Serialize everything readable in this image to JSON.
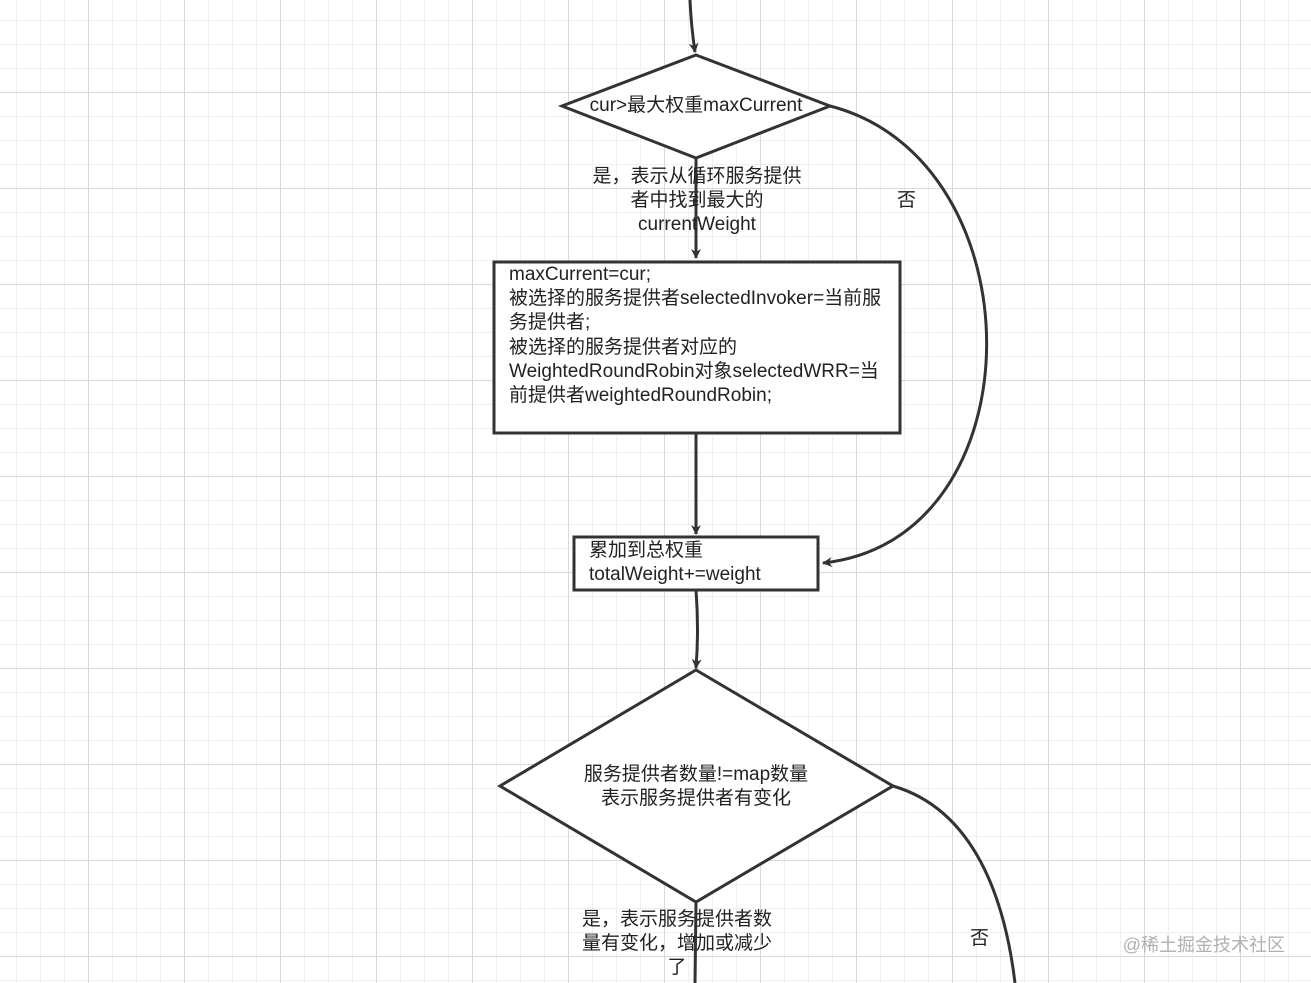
{
  "colors": {
    "stroke": "#333333",
    "grid_major": "#d9d9d9",
    "grid_minor": "#f0f0f0",
    "text": "#222222"
  },
  "nodes": {
    "decision1": "cur>最大权重maxCurrent",
    "process1": "maxCurrent=cur;\n被选择的服务提供者selectedInvoker=当前服务提供者;\n被选择的服务提供者对应的WeightedRoundRobin对象selectedWRR=当前提供者weightedRoundRobin;",
    "process2": "累加到总权重\ntotalWeight+=weight",
    "decision2": "服务提供者数量!=map数量\n表示服务提供者有变化"
  },
  "edges": {
    "yes1": "是，表示从循环服务提供者中找到最大的currentWeight",
    "no1": "否",
    "yes2": "是，表示服务提供者数量有变化，增加或减少了",
    "no2": "否"
  },
  "watermark": "@稀土掘金技术社区"
}
